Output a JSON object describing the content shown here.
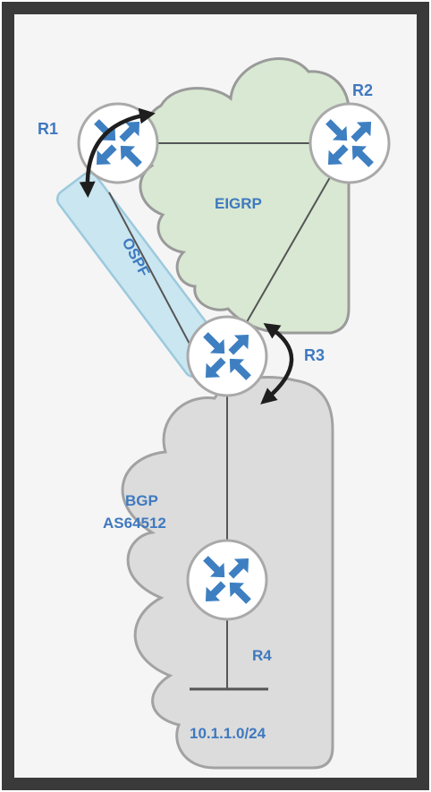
{
  "labels": {
    "r1": "R1",
    "r2": "R2",
    "r3": "R3",
    "r4": "R4",
    "eigrp": "EIGRP",
    "ospf": "OSPF",
    "bgp_line1": "BGP",
    "bgp_line2": "AS64512",
    "subnet": "10.1.1.0/24"
  },
  "colors": {
    "frame": "#3a3a3a",
    "panel_background": "#f5f5f5",
    "eigrp_fill": "#d8e8d2",
    "eigrp_outline": "#9a9a9a",
    "ospf_fill": "#c9e6f1",
    "ospf_outline": "#9cc9dc",
    "bgp_fill": "#dcdcdc",
    "bgp_outline": "#a2a2a2",
    "router_fill": "#ffffff",
    "router_outline": "#a9a9a9",
    "router_arrow": "#3e7fc1",
    "link": "#555555",
    "label_text": "#3f79bf",
    "redistribution_arrow": "#1e1e1e"
  },
  "icons": {
    "router": "router-icon",
    "redistribution": "curved-double-arrow-icon"
  }
}
